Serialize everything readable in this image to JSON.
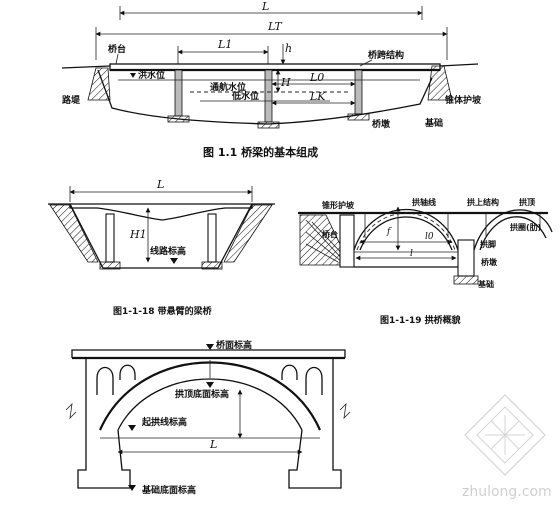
{
  "fig1": {
    "caption": "图 1.1  桥梁的基本组成",
    "dims": {
      "L": "L",
      "LT": "LT",
      "L1": "L1",
      "h": "h",
      "H": "H",
      "L0": "L0",
      "LK": "LK"
    },
    "labels": {
      "abutment": "桥台",
      "superstructure": "桥跨结构",
      "flood_level": "洪水位",
      "nav_level": "通航水位",
      "low_level": "低水位",
      "embankment": "路堤",
      "cone_slope": "锥体护坡",
      "pier": "桥墩",
      "foundation": "基础"
    }
  },
  "fig2": {
    "caption": "图1-1-18  带悬臂的梁桥",
    "dims": {
      "L": "L",
      "H1": "H1"
    },
    "labels": {
      "route_elevation": "线路标高"
    }
  },
  "fig3": {
    "caption": "图1-1-19  拱桥概貌",
    "dims": {
      "f": "f",
      "l0": "l0",
      "l": "l"
    },
    "labels": {
      "cone_slope": "锥形护坡",
      "arch_axis": "拱轴线",
      "arch_superstructure": "拱上结构",
      "arch_crown": "拱顶",
      "abutment": "桥台",
      "arch_ring": "拱圈(肋)",
      "arch_springing": "拱脚",
      "pier": "桥墩",
      "foundation": "基础"
    }
  },
  "fig4": {
    "dims": {
      "L": "L"
    },
    "labels": {
      "deck_elevation": "桥面标高",
      "crown_bottom_elevation": "拱顶底面标高",
      "springing_elevation": "起拱线标高",
      "foundation_bottom_elevation": "基础底面标高"
    }
  },
  "watermark": {
    "text": "zhulong.com"
  }
}
